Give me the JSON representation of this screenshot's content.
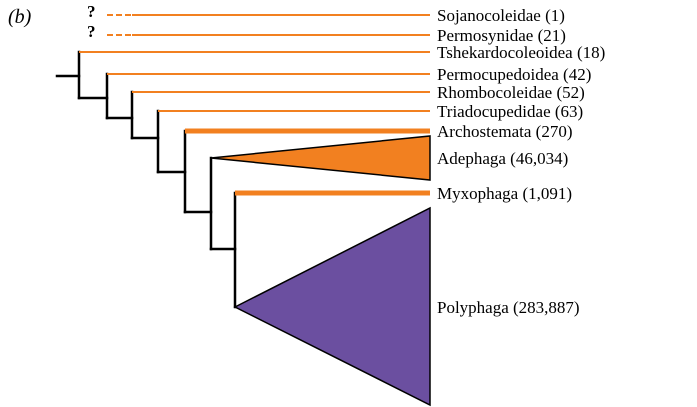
{
  "panel_label": "(b)",
  "colors": {
    "orange": "#F28020",
    "purple": "#6B4FA0",
    "black": "#000000"
  },
  "uncertain_mark": "?",
  "taxa": [
    {
      "label": "Sojanocoleidae (1)",
      "fossil": true,
      "uncertain": true
    },
    {
      "label": "Permosynidae (21)",
      "fossil": true,
      "uncertain": true
    },
    {
      "label": "Tshekardocoleoidea (18)",
      "fossil": true,
      "uncertain": false
    },
    {
      "label": "Permocupedoidea (42)",
      "fossil": true,
      "uncertain": false
    },
    {
      "label": "Rhombocoleidae (52)",
      "fossil": true,
      "uncertain": false
    },
    {
      "label": "Triadocupedidae (63)",
      "fossil": true,
      "uncertain": false
    },
    {
      "label": "Archostemata (270)",
      "fossil": false,
      "uncertain": false
    },
    {
      "label": "Adephaga (46,034)",
      "fossil": false,
      "uncertain": false
    },
    {
      "label": "Myxophaga (1,091)",
      "fossil": false,
      "uncertain": false
    },
    {
      "label": "Polyphaga (283,887)",
      "fossil": false,
      "uncertain": false
    }
  ]
}
